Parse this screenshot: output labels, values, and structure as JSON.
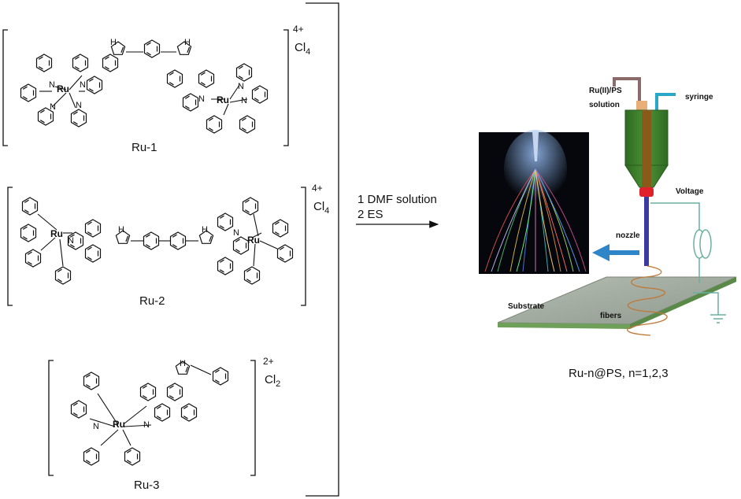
{
  "compounds": [
    {
      "name": "Ru-1",
      "charge": "4+",
      "counter_ion": "Cl",
      "counter_sub": "4"
    },
    {
      "name": "Ru-2",
      "charge": "4+",
      "counter_ion": "Cl",
      "counter_sub": "4"
    },
    {
      "name": "Ru-3",
      "charge": "2+",
      "counter_ion": "Cl",
      "counter_sub": "2"
    }
  ],
  "atoms": {
    "metal": "Ru",
    "nitrogen": "N",
    "nh": "H"
  },
  "reaction": {
    "step1": "1 DMF solution",
    "step2": "2 ES"
  },
  "setup": {
    "solution_line1": "Ru(II)/PS",
    "solution_line2": "solution",
    "syringe": "syringe",
    "voltage": "Voltage",
    "nozzle": "nozzle",
    "substrate": "Substrate",
    "fibers": "fibers",
    "product": "Ru-n@PS, n=1,2,3"
  },
  "colors": {
    "syringe_body": "#3f7f2c",
    "syringe_core": "#8a5a1a",
    "piston_pipe": "#8b6a6a",
    "inlet_pipe": "#2aa6c8",
    "nozzle_tip": "#e0202a",
    "needle": "#3a3aa0",
    "wire": "#6ab0a0",
    "substrate": "#9da69b",
    "arrow": "#2e86c8",
    "fiber": "#c07838",
    "photo_bg": "#05070c"
  },
  "icons": [
    "electrospray-photo",
    "voltage-source-icon",
    "ground-icon",
    "arrow-right-icon",
    "arrow-left-icon"
  ]
}
